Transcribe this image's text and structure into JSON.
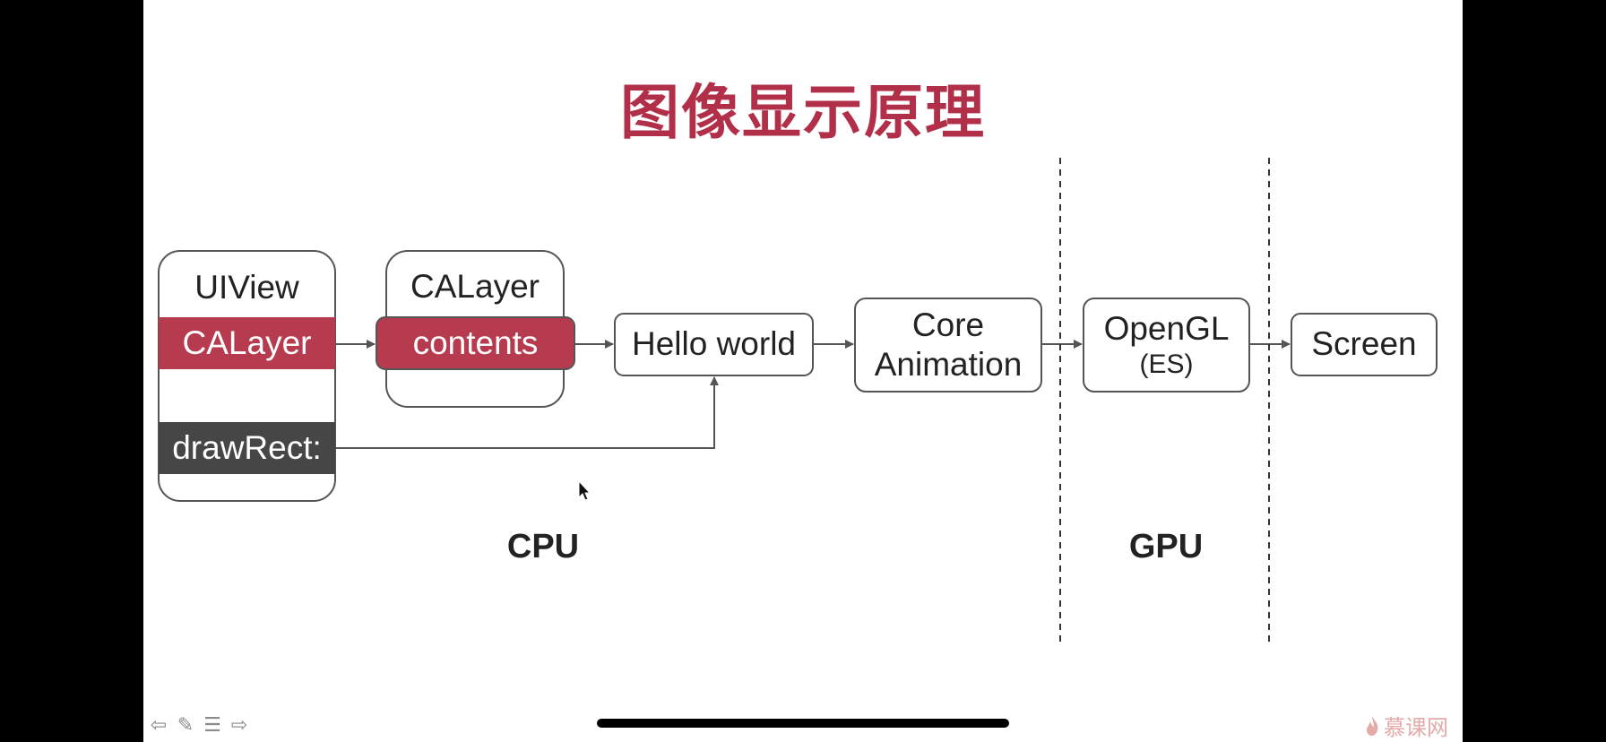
{
  "title": "图像显示原理",
  "nodes": {
    "uiview": "UIView",
    "uiview_calayer": "CALayer",
    "drawrect": "drawRect:",
    "calayer": "CALayer",
    "contents": "contents",
    "hello_world": "Hello world",
    "core_animation": [
      "Core",
      "Animation"
    ],
    "opengl": [
      "OpenGL",
      "(ES)"
    ],
    "screen": "Screen"
  },
  "sections": {
    "cpu": "CPU",
    "gpu": "GPU"
  },
  "controls": {
    "prev": "⇦",
    "pen": "✎",
    "menu": "☰",
    "next": "⇨"
  },
  "brand": {
    "flame_icon": "flame-icon",
    "text": "慕课网"
  },
  "colors": {
    "title": "#b12f48",
    "highlight": "#b73b4f",
    "dark_band": "#464646",
    "box_stroke": "#555555",
    "background": "#ffffff",
    "letterbox": "#000000"
  }
}
